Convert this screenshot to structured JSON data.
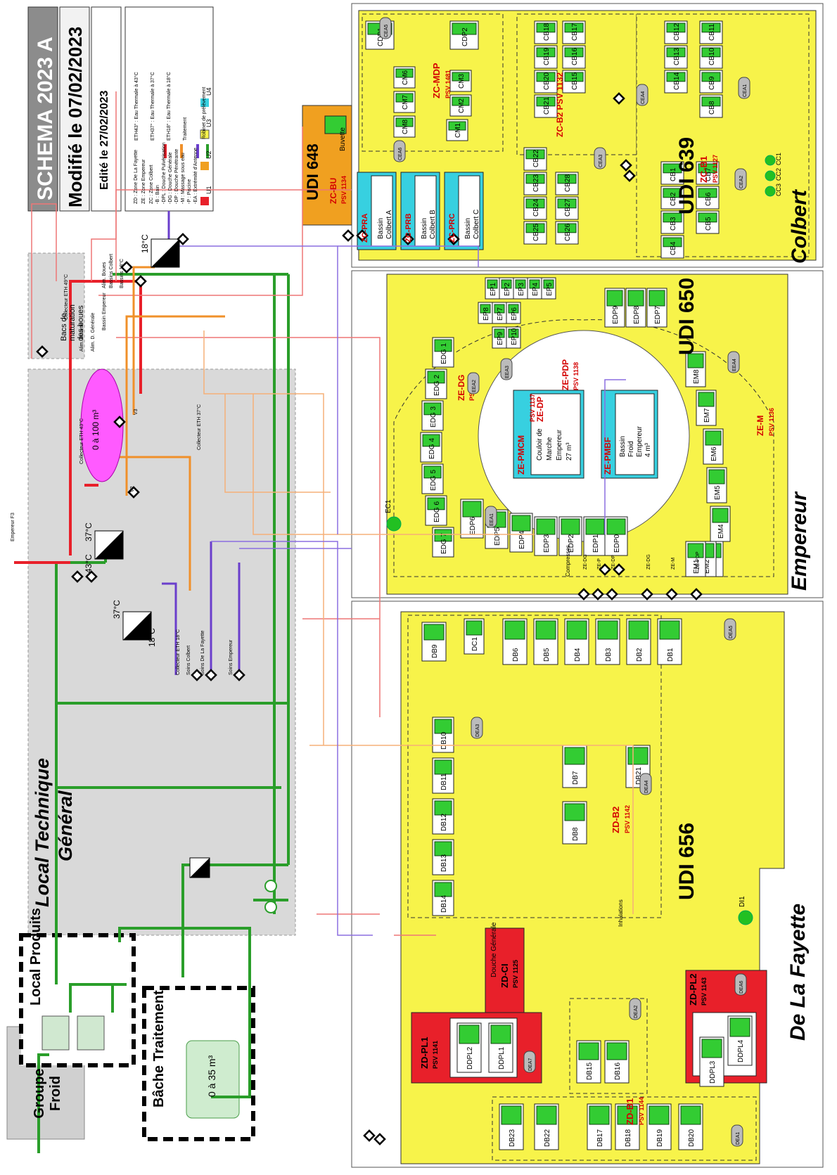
{
  "header": {
    "title": "SCHEMA 2023 A",
    "modified": "Modifié le 07/02/2023",
    "edited": "Edité le 27/02/2023"
  },
  "legend": {
    "zones": [
      "ZD : Zone De La Fayette",
      "ZE : Zone Empereur",
      "ZC : Zone Colbert"
    ],
    "abbreviations": [
      "-B : Bain",
      "-DPL : Douche Pulvérisation",
      "-DG : Douche Générale",
      "-DP : Douche Pénétrante",
      "-M : Massage sous eau",
      "-P : Piscine",
      "-EA : Extrémité d'Antenne"
    ],
    "lines": [
      {
        "label": "ETH43° : Eau Thermale à 43°C",
        "color": "#e8202a"
      },
      {
        "label": "ETH37° : Eau Thermale à 37°C",
        "color": "#f0902a"
      },
      {
        "label": "ETH18° : Eau Thermale à 18°C",
        "color": "#6a3ecc"
      },
      {
        "label": "Traitement",
        "color": "#2a9e2a"
      }
    ],
    "tap": "Robinet de prélèvement",
    "udi": [
      {
        "label": "U1",
        "color": "#e8202a"
      },
      {
        "label": "U2",
        "color": "#f0a020"
      },
      {
        "label": "U3",
        "color": "#f7f34a"
      },
      {
        "label": "U4",
        "color": "#37d0e0"
      }
    ]
  },
  "local_technique": {
    "title": "Local Technique",
    "subtitle": "Général",
    "volume_tank": "0 à 100 m³",
    "temp_37a": "37°C",
    "temp_37b": "37°C",
    "temp_43": "43°C",
    "temp_18a": "18°C",
    "temp_18b": "18°C",
    "labels": [
      "Collecteur ETH 49°C",
      "Collecteur ETH 43°C",
      "Alim. Buvette",
      "Alim. D. Générale",
      "Alim. Boues",
      "Bassin Empereur",
      "Bassins Colbert",
      "Bassins 18°C",
      "Soins Colbert",
      "Soins De La Fayette",
      "Soins Empereur",
      "Collecteur ETH 37°C",
      "Collecteur ETH 18°C",
      "Empereur F3",
      "V3",
      "V2"
    ]
  },
  "local_produits": "Local Produits",
  "groupe_froid": "Groupe Froid",
  "bache": {
    "title": "Bâche Traitement",
    "volume": "0 à 35 m³"
  },
  "boues": "Bacs de maturation des boues",
  "colbert": {
    "title": "Colbert",
    "udi639": "UDI 639",
    "udi648": "UDI 648",
    "zc_bu": "ZC-BU",
    "psv_1134": "PSV 1134",
    "buvette": "Buvette",
    "pools": [
      {
        "zone": "ZC-PRA",
        "name": "Bassin Colbert A"
      },
      {
        "zone": "ZC-PRB",
        "name": "Bassin Colbert B"
      },
      {
        "zone": "ZC-PRC",
        "name": "Bassin Colbert C"
      }
    ],
    "zc_mdp": "ZC-MDP",
    "psv_1481": "PSV 1481",
    "zc_b2": "ZC-B2",
    "psv_1132": "PSV 1132",
    "zc_b1": "ZC-B1",
    "psv_1127": "PSV 1127",
    "cb_top": [
      "CB18",
      "CB19",
      "CB20",
      "CB21",
      "CB17",
      "CB16",
      "CB15",
      "CB12",
      "CB13",
      "CB14",
      "CB11",
      "CB10",
      "CB9",
      "CB8"
    ],
    "cb_bottom": [
      "CB22",
      "CB23",
      "CB24",
      "CB25",
      "CB28",
      "CB27",
      "CB26",
      "CB1",
      "CB2",
      "CB3",
      "CB4",
      "CB7",
      "CB6",
      "CB5"
    ],
    "cdp": [
      "CDP1",
      "CDP2"
    ],
    "cm": [
      "CM6",
      "CM7",
      "CM8",
      "CM3",
      "CM2",
      "CM1"
    ],
    "cea": [
      "CEA6",
      "CEA5",
      "CEA4",
      "CEA3",
      "CEA1",
      "CEA2"
    ],
    "cc": [
      "CC1",
      "CC2",
      "CC3"
    ]
  },
  "empereur": {
    "title": "Empereur",
    "udi650": "UDI 650",
    "ze_pdp": "ZE-PDP",
    "psv_1138": "PSV 1138",
    "ze_dg": "ZE-DG",
    "psv_1486": "PSV 1486",
    "ze_dp": "ZE-DP",
    "psv_1137": "PSV 1137",
    "ze_m": "ZE-M",
    "psv_1136": "PSV 1136",
    "pmcm": {
      "zone": "ZE-PMCM",
      "line1": "Couloir de",
      "line2": "Marche",
      "line3": "Empereur",
      "line4": "27 m³"
    },
    "pmbf": {
      "zone": "ZE-PMBF",
      "line1": "Bassin",
      "line2": "Froid",
      "line3": "Empereur",
      "line4": "4 m³"
    },
    "ep": [
      "EP1",
      "EP2",
      "EP3",
      "EP4",
      "EP5",
      "EP6",
      "EP7",
      "EP8",
      "EP9",
      "EP10"
    ],
    "edp_top": [
      "EDP9",
      "EDP8",
      "EDP7"
    ],
    "edg": [
      "EDG 7",
      "EDG 6",
      "EDG 5",
      "EDG 4",
      "EDG 3",
      "EDG 2",
      "EDG 1"
    ],
    "edp": [
      "EDP6",
      "EDP5",
      "EDP4",
      "EDP3",
      "EDP2",
      "EDP1",
      "EDP0"
    ],
    "em": [
      "EM8",
      "EM7",
      "EM6",
      "EM5",
      "EM4",
      "EM3",
      "EM2",
      "EM1"
    ],
    "eea": [
      "EEA1",
      "EEA2",
      "EEA3",
      "EEA4"
    ],
    "ec1": "EC1",
    "compresses": "Compresses",
    "taps": [
      "ZE-DG",
      "ZE-P",
      "ZE-DP",
      "ZE-DG",
      "ZE-M",
      "ZE-PDP"
    ]
  },
  "lafayette": {
    "title": "De La Fayette",
    "udi656": "UDI 656",
    "zd_b2": "ZD-B2",
    "psv_1142": "PSV 1142",
    "zd_b1": "ZD-B1",
    "psv_1144": "PSV 1144",
    "zd_ci": "ZD-CI",
    "psv_1125": "PSV 1125",
    "douche_generale": "Douche Générale",
    "zd_pl1": "ZD-PL1",
    "psv_1141": "PSV 1141",
    "zd_pl2": "ZD-PL2",
    "psv_1143": "PSV 1143",
    "db_right": [
      "DB6",
      "DB5",
      "DB4",
      "DB3",
      "DB2",
      "DB1"
    ],
    "db_mid": [
      "DB10",
      "DB11",
      "DB12",
      "DB13",
      "DB14"
    ],
    "db_pair": [
      "DB7",
      "DB8"
    ],
    "db21": "DB21",
    "db9": "DB9",
    "dc1": "DC1",
    "di1": "DI1",
    "inhalations": "Inhalations",
    "db_bottom": [
      "DB23",
      "DB22",
      "DB17",
      "DB18",
      "DB19",
      "DB20"
    ],
    "db15": "DB15",
    "db16": "DB16",
    "dpl": [
      "DDPL2",
      "DDPL1",
      "DDPL3",
      "DDPL4"
    ],
    "dea": [
      "DEA5",
      "DEA3",
      "DEA4",
      "DEA2",
      "DEA7",
      "DEA6",
      "DEA1"
    ]
  }
}
